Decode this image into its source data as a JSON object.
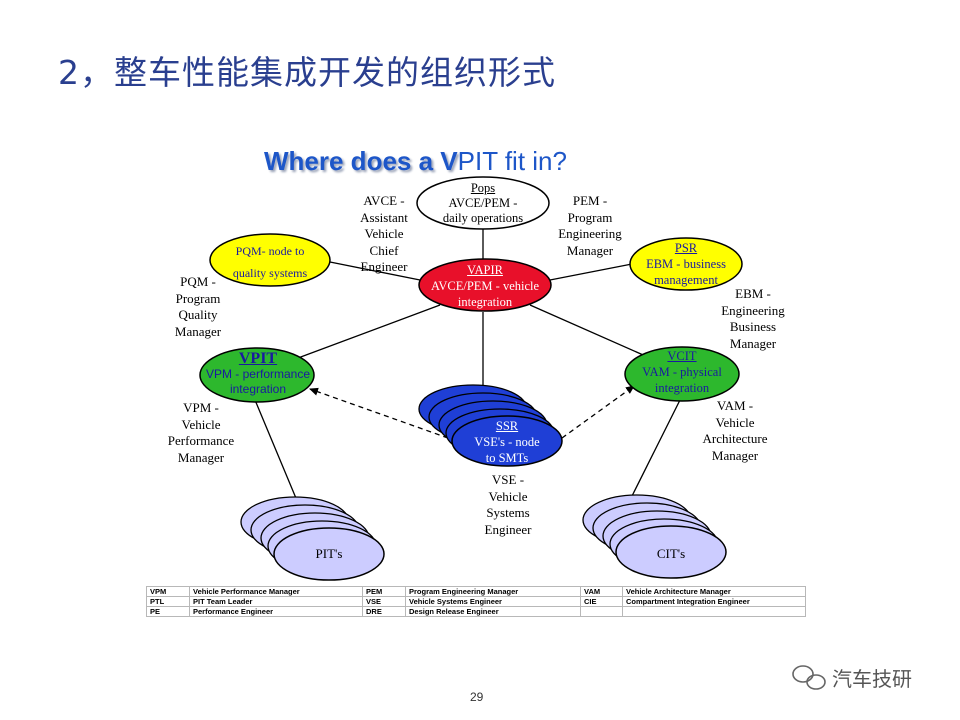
{
  "slide": {
    "title": "2，整车性能集成开发的组织形式",
    "page_number": "29"
  },
  "diagram": {
    "subtitle_bold": "Where does a V",
    "subtitle_rest": "PIT fit in?",
    "nodes": {
      "pops": {
        "title": "Pops",
        "line1": "AVCE/PEM -",
        "line2": "daily operations"
      },
      "vapir": {
        "title": "VAPIR",
        "line1": "AVCE/PEM - vehicle",
        "line2": "integration"
      },
      "pqm": {
        "line1": "PQM- node to",
        "line2": "quality systems"
      },
      "psr": {
        "title": "PSR",
        "line1": "EBM - business",
        "line2": "management"
      },
      "vpit": {
        "title": "VPIT",
        "line1": "VPM - performance",
        "line2": "integration"
      },
      "vcit": {
        "title": "VCIT",
        "line1": "VAM - physical",
        "line2": "integration"
      },
      "ssr": {
        "title": "SSR",
        "line1": "VSE's - node",
        "line2": "to SMTs"
      },
      "pits": {
        "label": "PIT's"
      },
      "cits": {
        "label": "CIT's"
      }
    },
    "labels": {
      "avce": [
        "AVCE -",
        "Assistant",
        "Vehicle",
        "Chief",
        "Engineer"
      ],
      "pem": [
        "PEM -",
        "Program",
        "Engineering",
        "Manager"
      ],
      "pqm_role": [
        "PQM -",
        "Program",
        "Quality",
        "Manager"
      ],
      "ebm": [
        "EBM -",
        "Engineering",
        "Business",
        "Manager"
      ],
      "vpm": [
        "VPM -",
        "Vehicle",
        "Performance",
        "Manager"
      ],
      "vam": [
        "VAM -",
        "Vehicle",
        "Architecture",
        "Manager"
      ],
      "vse": [
        "VSE -",
        "Vehicle",
        "Systems",
        "Engineer"
      ]
    },
    "colors": {
      "red": "#e8102a",
      "yellow": "#ffff00",
      "green": "#2db82d",
      "blue": "#1f3fd6",
      "lavender": "#ccccff"
    }
  },
  "legend": [
    [
      "VPM",
      "Vehicle Performance Manager",
      "PEM",
      "Program Engineering Manager",
      "VAM",
      "Vehicle Architecture Manager"
    ],
    [
      "PTL",
      "PIT Team Leader",
      "VSE",
      "Vehicle Systems Engineer",
      "CIE",
      "Compartment Integration Engineer"
    ],
    [
      "PE",
      "Performance Engineer",
      "DRE",
      "Design Release Engineer",
      "",
      ""
    ]
  ],
  "watermark": {
    "text": "汽车技研"
  }
}
